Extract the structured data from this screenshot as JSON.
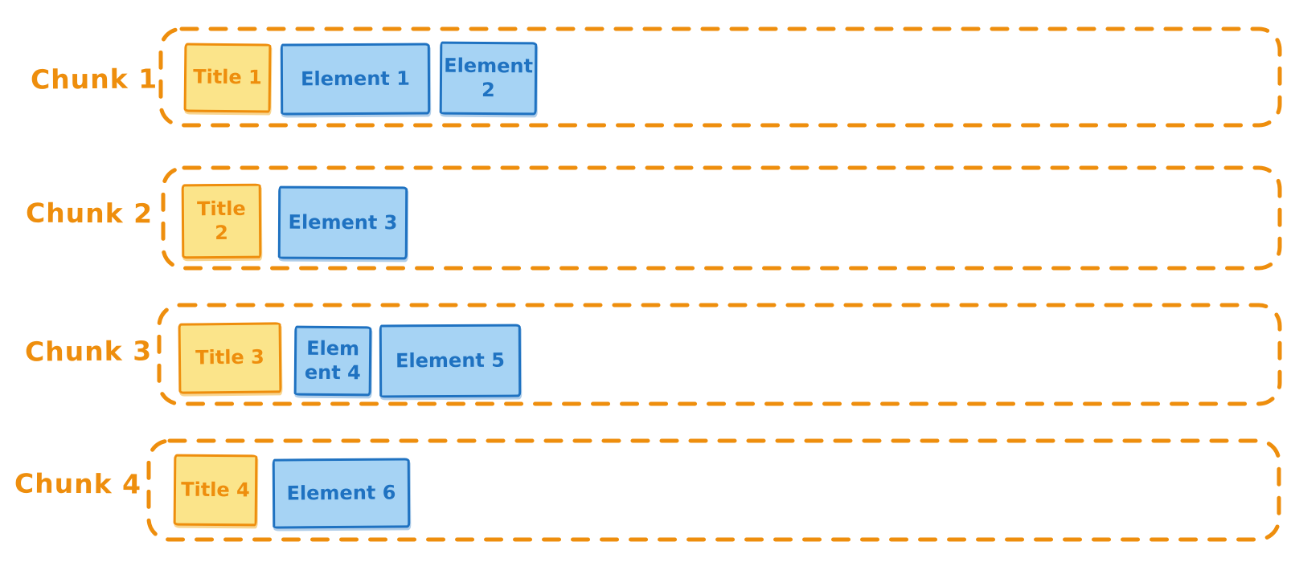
{
  "colors": {
    "orange": "#EE8E0D",
    "yellow": "#FBE48A",
    "blue_fill": "#A6D3F4",
    "blue": "#1F72C1"
  },
  "chunks": [
    {
      "label": "Chunk 1",
      "title": "Title 1",
      "elements": [
        "Element 1",
        "Element 2"
      ]
    },
    {
      "label": "Chunk 2",
      "title": "Title 2",
      "elements": [
        "Element 3"
      ]
    },
    {
      "label": "Chunk 3",
      "title": "Title 3",
      "elements": [
        "Element 4",
        "Element 5"
      ]
    },
    {
      "label": "Chunk 4",
      "title": "Title 4",
      "elements": [
        "Element 6"
      ]
    }
  ]
}
